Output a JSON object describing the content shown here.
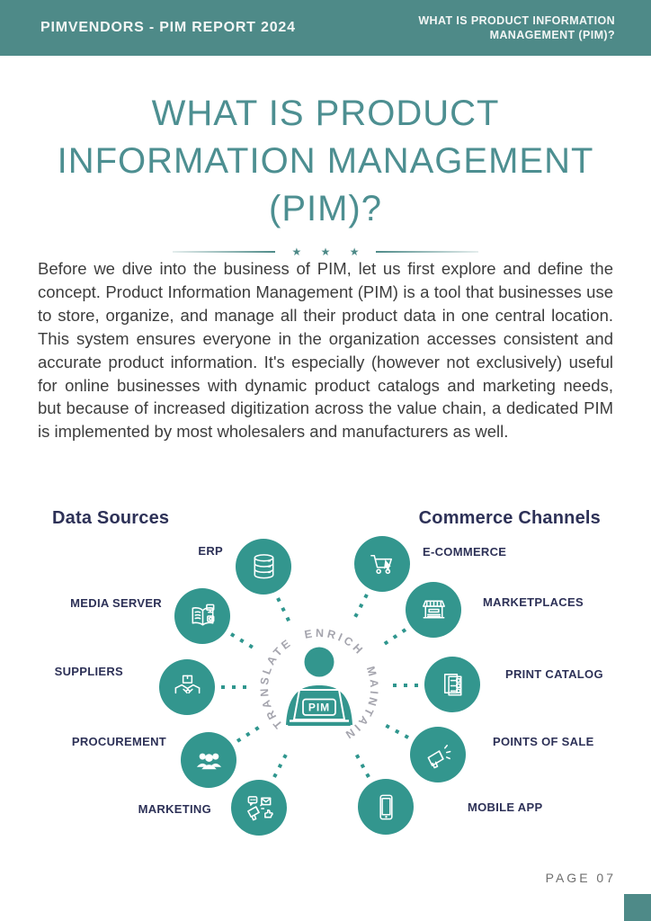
{
  "header": {
    "left": "PIMVENDORS - PIM REPORT 2024",
    "right_line1": "WHAT IS PRODUCT INFORMATION",
    "right_line2": "MANAGEMENT (PIM)?"
  },
  "title": {
    "line1": "WHAT IS PRODUCT",
    "line2": "INFORMATION MANAGEMENT",
    "line3": "(PIM)?"
  },
  "divider": {
    "stars": "★ ★ ★"
  },
  "intro": {
    "text": "Before we dive into the business of PIM, let us first explore and define the concept. Product Information Management (PIM) is a tool that businesses use to store, organize, and manage all their product data in one central location. This system ensures everyone in the organization accesses consistent and accurate product information. It's especially (however not exclusively) useful for online businesses with dynamic product catalogs and marketing needs, but because of increased digitization across the value chain, a dedicated PIM is implemented by most wholesalers and manufacturers as well."
  },
  "diagram": {
    "left_heading": "Data Sources",
    "right_heading": "Commerce Channels",
    "hub": {
      "label": "PIM",
      "ring_text": "TRANSLATE  ENRICH  MAINTAIN",
      "ring_words": [
        "ENRICH",
        "MAINTAIN",
        "TRANSLATE"
      ]
    },
    "sources": [
      {
        "label": "ERP",
        "icon": "database-icon"
      },
      {
        "label": "MEDIA SERVER",
        "icon": "media-book-icon"
      },
      {
        "label": "SUPPLIERS",
        "icon": "handshake-icon"
      },
      {
        "label": "PROCUREMENT",
        "icon": "team-icon"
      },
      {
        "label": "MARKETING",
        "icon": "marketing-megaphone-icon"
      }
    ],
    "channels": [
      {
        "label": "E-COMMERCE",
        "icon": "cart-icon"
      },
      {
        "label": "MARKETPLACES",
        "icon": "storefront-icon"
      },
      {
        "label": "PRINT CATALOG",
        "icon": "catalog-icon"
      },
      {
        "label": "POINTS OF SALE",
        "icon": "megaphone-icon"
      },
      {
        "label": "MOBILE APP",
        "icon": "smartphone-icon"
      }
    ]
  },
  "footer": {
    "page_label": "PAGE 07"
  },
  "colors": {
    "header_teal": "#4e8a88",
    "title_teal": "#4d8f91",
    "icon_teal": "#33968e",
    "label_navy": "#2d3157",
    "body_text": "#3d3d3d",
    "ring_gray": "#a5a5ae"
  }
}
